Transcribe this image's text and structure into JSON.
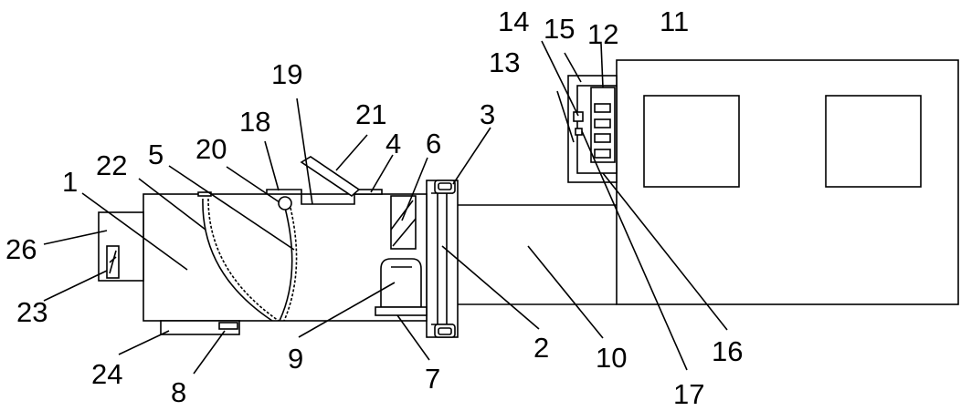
{
  "labels": {
    "l1": "1",
    "l2": "2",
    "l3": "3",
    "l4": "4",
    "l5": "5",
    "l6": "6",
    "l7": "7",
    "l8": "8",
    "l9": "9",
    "l10": "10",
    "l11": "11",
    "l12": "12",
    "l13": "13",
    "l14": "14",
    "l15": "15",
    "l16": "16",
    "l17": "17",
    "l18": "18",
    "l19": "19",
    "l20": "20",
    "l21": "21",
    "l22": "22",
    "l23": "23",
    "l24": "24",
    "l26": "26"
  },
  "colors": {
    "stroke": "#000000",
    "background": "#ffffff"
  }
}
